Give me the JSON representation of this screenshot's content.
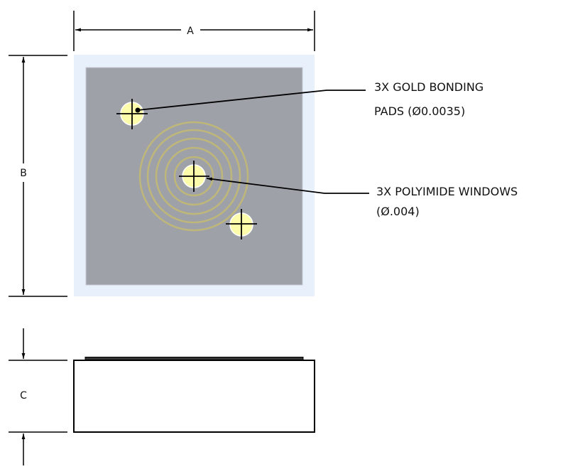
{
  "dimensions": {
    "a": "A",
    "b": "B",
    "c": "C"
  },
  "callouts": {
    "bonding_pads": {
      "line1": "3X GOLD BONDING",
      "line2": "PADS (Ø0.0035)"
    },
    "polyimide_windows": {
      "line1": "3X POLYIMIDE WINDOWS",
      "line2": "(Ø.004)"
    }
  },
  "colors": {
    "substrate_border": "#e8f0fc",
    "substrate": "#9ea1a8",
    "pad": "#fcfcaa",
    "rings": "#bfb77a",
    "line": "#000000"
  }
}
